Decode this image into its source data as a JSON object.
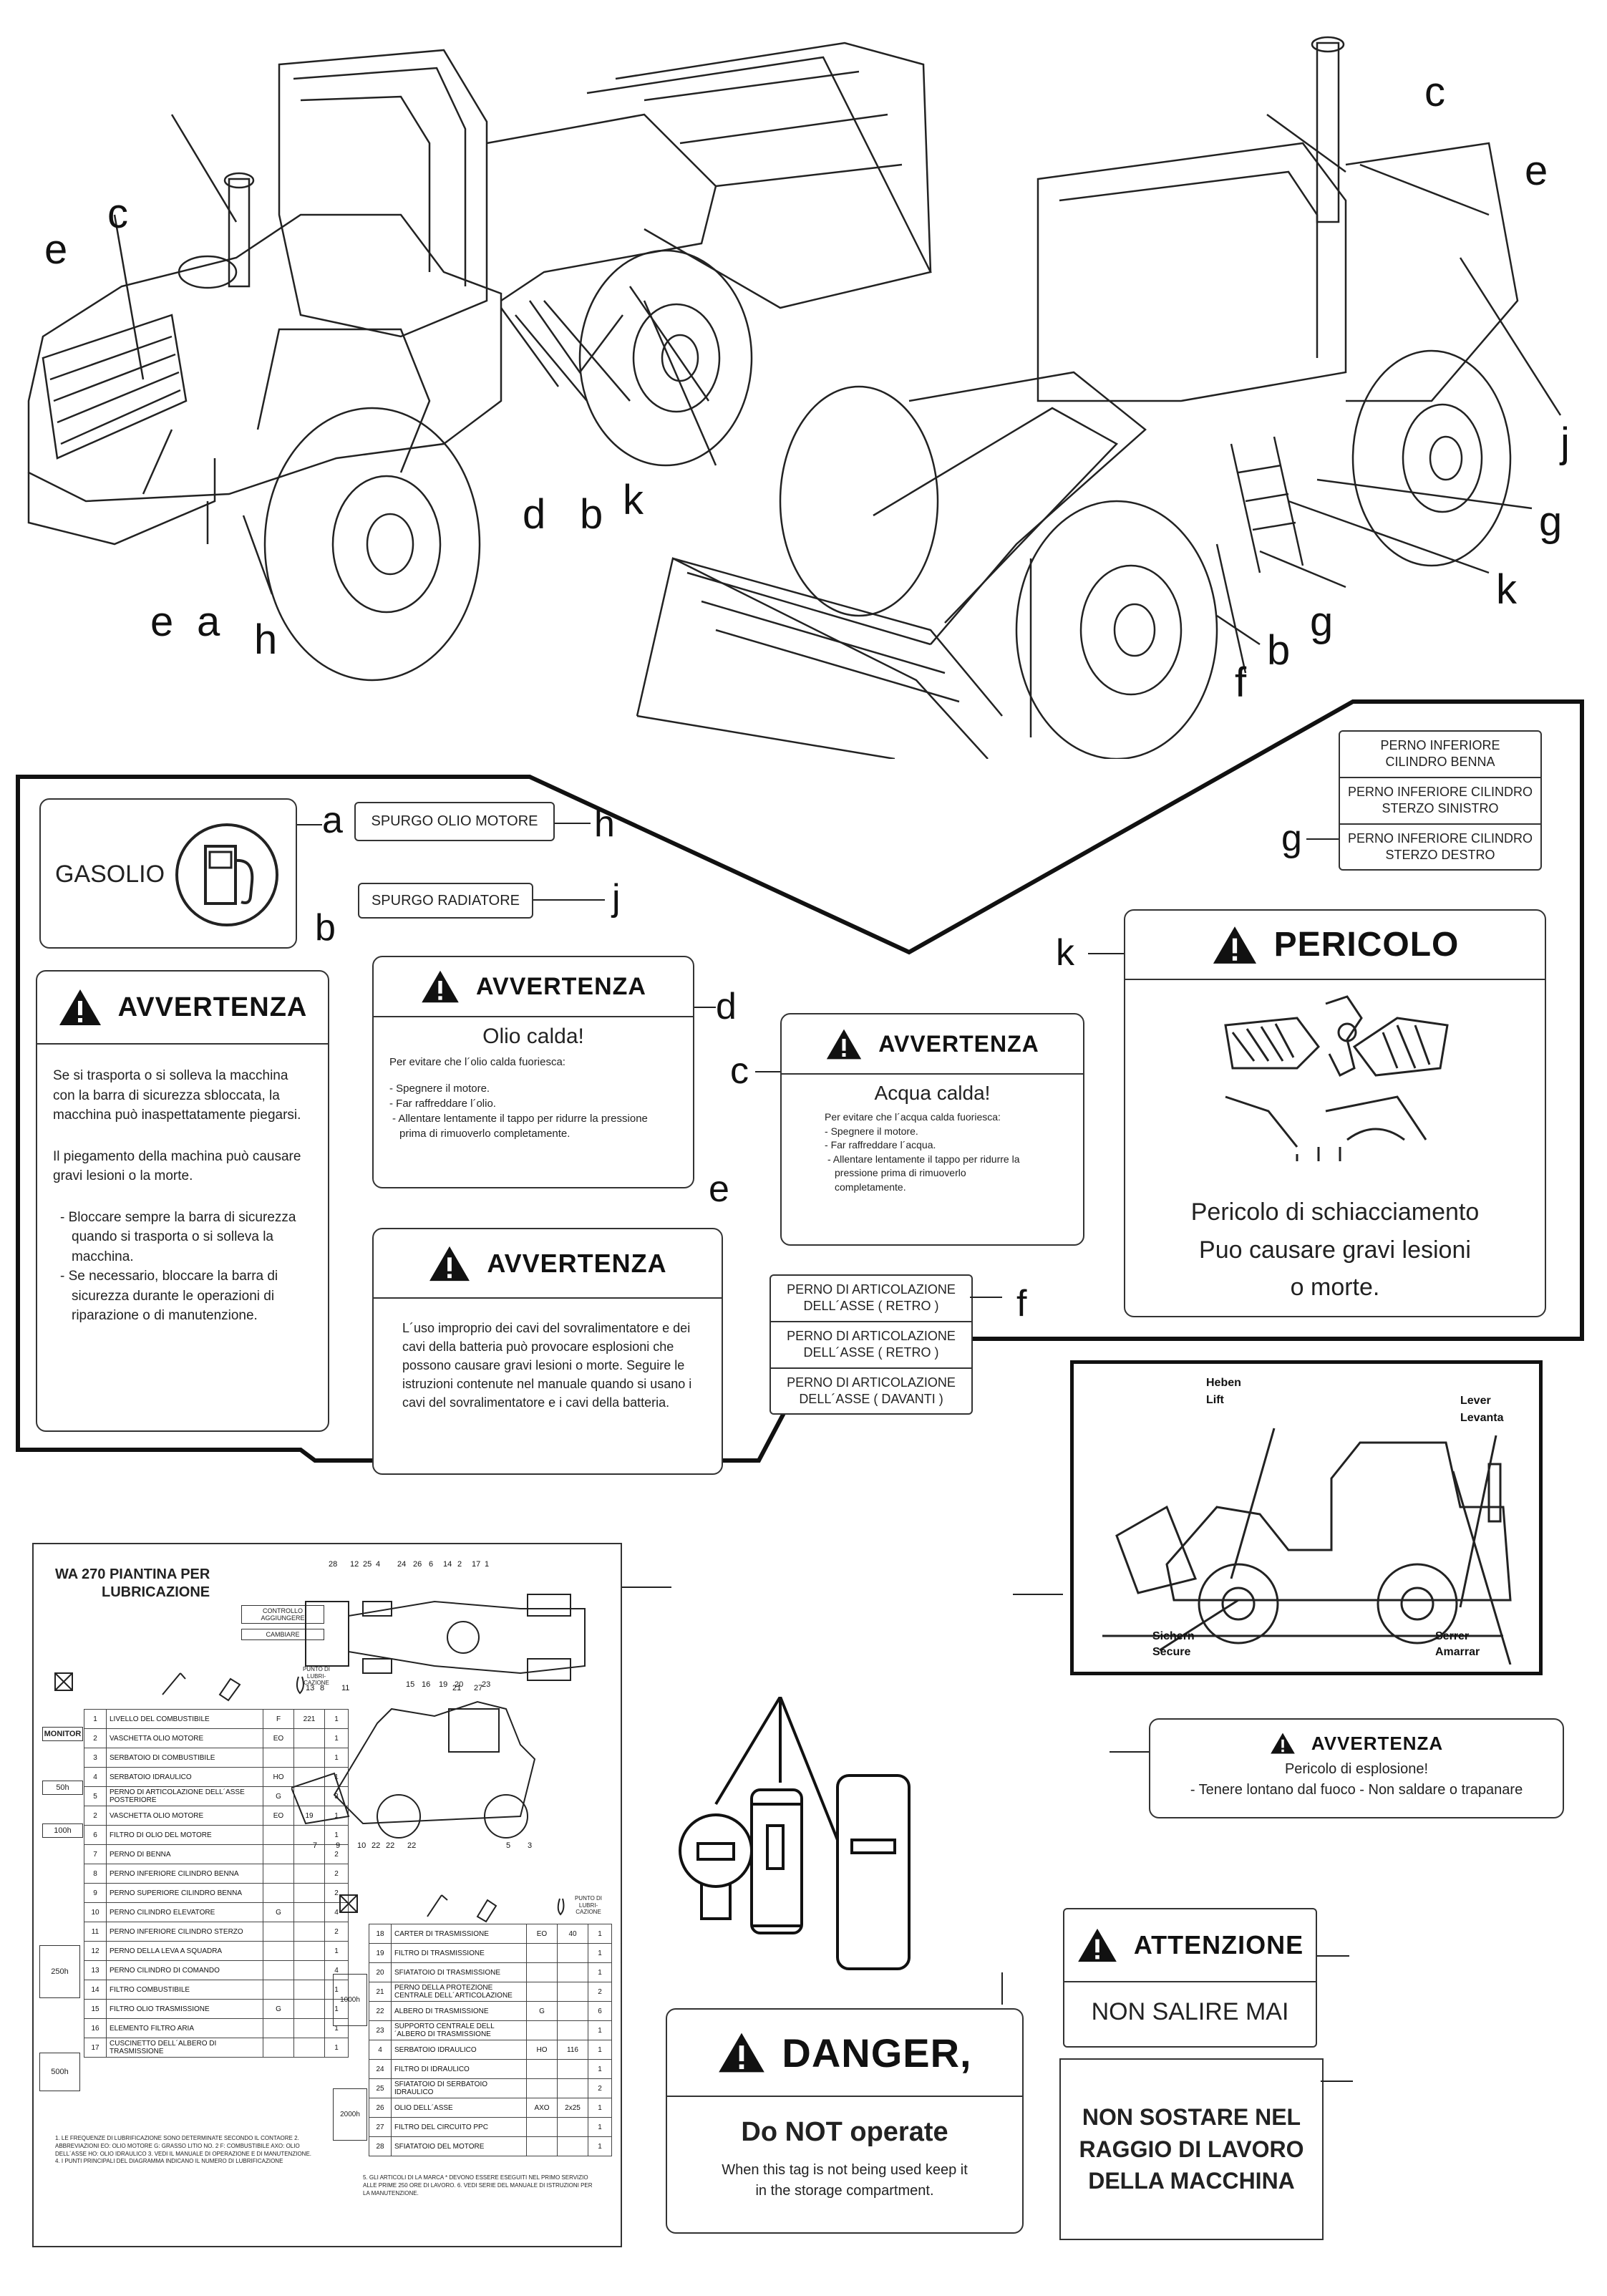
{
  "top_machine": {
    "left_callouts": [
      "c",
      "e",
      "e",
      "a",
      "h",
      "d",
      "b",
      "k"
    ],
    "right_callouts": [
      "c",
      "e",
      "j",
      "g",
      "k",
      "g",
      "b",
      "f"
    ]
  },
  "decals": {
    "a": {
      "tag": "a",
      "text": "GASOLIO"
    },
    "h": {
      "tag": "h",
      "text": "SPURGO OLIO MOTORE"
    },
    "j": {
      "tag": "j",
      "text": "SPURGO RADIATORE"
    },
    "b": {
      "tag": "b",
      "title": "AVVERTENZA",
      "p1": "Se si trasporta o si solleva la macchina con la barra di sicurezza sbloccata, la macchina può inaspettatamente piegarsi.",
      "p2": "Il piegamento della machina può causare gravi lesioni o la morte.",
      "bullets": [
        "Bloccare sempre la barra di sicurezza quando si trasporta o si solleva la macchina.",
        "Se necessario, bloccare la barra di sicurezza durante le operazioni di riparazione o di manutenzione."
      ]
    },
    "d": {
      "tag": "d",
      "title": "AVVERTENZA",
      "subtitle": "Olio calda!",
      "intro": "Per evitare che l´olio calda fuoriesca:",
      "bullets": [
        "Spegnere il motore.",
        "Far raffreddare l´olio.",
        "Allentare lentamente il tappo per ridurre la pressione prima di rimuoverlo completamente."
      ]
    },
    "c": {
      "tag": "c",
      "title": "AVVERTENZA",
      "subtitle": "Acqua calda!",
      "intro": "Per evitare che l´acqua calda fuoriesca:",
      "bullets": [
        "Spegnere il motore.",
        "Far raffreddare l´acqua.",
        "Allentare lentamente il tappo per ridurre la pressione prima di rimuoverlo completamente."
      ]
    },
    "e": {
      "tag": "e",
      "title": "AVVERTENZA",
      "text": "L´uso improprio dei cavi del sovralimentatore e dei cavi della batteria può provocare esplosioni che possono causare gravi lesioni o morte. Seguire le istruzioni contenute nel manuale quando si usano i cavi del sovralimentatore e i cavi della batteria."
    },
    "g": {
      "tag": "g",
      "items": [
        "PERNO  INFERIORE CILINDRO BENNA",
        "PERNO INFERIORE CILINDRO STERZO SINISTRO",
        "PERNO INFERIORE CILINDRO STERZO DESTRO"
      ]
    },
    "f": {
      "tag": "f",
      "items": [
        "PERNO DI ARTICOLAZIONE DELL´ASSE ( RETRO )",
        "PERNO DI ARTICOLAZIONE DELL´ASSE ( RETRO )",
        "PERNO DI ARTICOLAZIONE DELL´ASSE ( DAVANTI )"
      ]
    },
    "k": {
      "tag": "k",
      "title": "PERICOLO",
      "lines": [
        "Pericolo di schiacciamento",
        "Puo causare gravi lesioni",
        "o morte."
      ]
    }
  },
  "lift_diagram": {
    "heben": "Heben",
    "lift": "Lift",
    "lever": "Lever",
    "levanta": "Levanta",
    "sichern": "Sichern",
    "secure": "Secure",
    "serrer": "Serrer",
    "amarrar": "Amarrar"
  },
  "explosion": {
    "title": "AVVERTENZA",
    "line1": "Pericolo di esplosione!",
    "line2": "- Tenere lontano dal fuoco - Non saldare o trapanare"
  },
  "lube_chart": {
    "title1": "WA 270  PIANTINA PER",
    "title2": "LUBRICAZIONE",
    "box1": "CONTROLLO AGGIUNGERE",
    "box2": "CAMBIARE",
    "punto": "PUNTO DI LUBRI-CAZIONE",
    "intervals": [
      "MONITOR",
      "50h",
      "100h",
      "250h",
      "500h",
      "1000h",
      "2000h"
    ],
    "rows_left": [
      [
        "1",
        "LIVELLO DEL COMBUSTIBILE",
        "F",
        "221",
        "1"
      ],
      [
        "2",
        "VASCHETTA OLIO MOTORE",
        "EO",
        "",
        "1"
      ],
      [
        "3",
        "SERBATOIO DI COMBUSTIBILE",
        "",
        "",
        "1"
      ],
      [
        "4",
        "SERBATOIO IDRAULICO",
        "HO",
        "",
        "1"
      ],
      [
        "5",
        "PERNO DI ARTICOLAZIONE DELL´ASSE POSTERIORE",
        "G",
        "",
        "3"
      ],
      [
        "2",
        "VASCHETTA OLIO MOTORE",
        "EO",
        "19",
        "1"
      ],
      [
        "6",
        "FILTRO DI OLIO DEL MOTORE",
        "",
        "",
        "1"
      ],
      [
        "7",
        "PERNO DI BENNA",
        "",
        "",
        "2"
      ],
      [
        "8",
        "PERNO INFERIORE CILINDRO BENNA",
        "",
        "",
        "2"
      ],
      [
        "9",
        "PERNO SUPERIORE CILINDRO BENNA",
        "",
        "",
        "2"
      ],
      [
        "10",
        "PERNO CILINDRO ELEVATORE",
        "G",
        "",
        "4"
      ],
      [
        "11",
        "PERNO INFERIORE CILINDRO STERZO",
        "",
        "",
        "2"
      ],
      [
        "12",
        "PERNO DELLA LEVA A SQUADRA",
        "",
        "",
        "1"
      ],
      [
        "13",
        "PERNO CILINDRO DI COMANDO",
        "",
        "",
        "4"
      ],
      [
        "14",
        "FILTRO COMBUSTIBILE",
        "",
        "",
        "1"
      ],
      [
        "15",
        "FILTRO OLIO TRASMISSIONE",
        "G",
        "",
        "1"
      ],
      [
        "16",
        "ELEMENTO FILTRO ARIA",
        "",
        "",
        "1"
      ],
      [
        "17",
        "CUSCINETTO DELL´ALBERO DI TRASMISSIONE",
        "",
        "",
        "1"
      ]
    ],
    "rows_right": [
      [
        "18",
        "CARTER DI TRASMISSIONE",
        "EO",
        "40",
        "1"
      ],
      [
        "19",
        "FILTRO DI TRASMISSIONE",
        "",
        "",
        "1"
      ],
      [
        "20",
        "SFIATATOIO DI TRASMISSIONE",
        "",
        "",
        "1"
      ],
      [
        "21",
        "PERNO DELLA PROTEZIONE CENTRALE DELL´ARTICOLAZIONE",
        "",
        "",
        "2"
      ],
      [
        "22",
        "ALBERO DI TRASMISSIONE",
        "G",
        "",
        "6"
      ],
      [
        "23",
        "SUPPORTO CENTRALE DELL´ALBERO DI TRASMISSIONE",
        "",
        "",
        "1"
      ],
      [
        "4",
        "SERBATOIO IDRAULICO",
        "HO",
        "116",
        "1"
      ],
      [
        "24",
        "FILTRO DI IDRAULICO",
        "",
        "",
        "1"
      ],
      [
        "25",
        "SFIATATOIO DI SERBATOIO IDRAULICO",
        "",
        "",
        "2"
      ],
      [
        "26",
        "OLIO DELL´ASSE",
        "AXO",
        "2x25",
        "1"
      ],
      [
        "27",
        "FILTRO DEL CIRCUITO PPC",
        "",
        "",
        "1"
      ],
      [
        "28",
        "SFIATATOIO DEL MOTORE",
        "",
        "",
        "1"
      ]
    ],
    "notes_left": "1. LE FREQUENZE DI LUBRIFICAZIONE SONO DETERMINATE SECONDO IL CONTAORE  2. ABBREVIAZIONI  EO: OLIO MOTORE  G: GRASSO LITIO NO. 2  F: COMBUSTIBILE  AXO: OLIO DELL´ASSE  HO: OLIO IDRAULICO  3. VEDI IL MANUALE DI OPERAZIONE E DI MANUTENZIONE.  4. I PUNTI PRINCIPALI DEL DIAGRAMMA INDICANO IL NUMERO DI LUBRIFICAZIONE",
    "notes_right": "5. GLI ARTICOLI DI LA MARCA * DEVONO ESSERE ESEGUITI NEL PRIMO SERVIZIO ALLE PRIME 250 ORE DI LAVORO.  6. VEDI SERIE DEL MANUALE DI ISTRUZIONI PER LA MANUTENZIONE."
  },
  "diagram_callouts": [
    "28",
    "12",
    "25",
    "4",
    "24",
    "26",
    "6",
    "14",
    "2",
    "17",
    "1",
    "15",
    "16",
    "19",
    "20",
    "23",
    "13",
    "8",
    "11",
    "21",
    "27",
    "7",
    "9",
    "10",
    "22",
    "22",
    "22",
    "5",
    "3"
  ],
  "attenzione": {
    "title": "ATTENZIONE",
    "text": "NON SALIRE MAI"
  },
  "danger": {
    "title": "DANGER,",
    "subtitle": "Do NOT operate",
    "line1": "When this tag is not being used keep it",
    "line2": "in the storage compartment."
  },
  "non_sostare": {
    "l1": "NON SOSTARE NEL",
    "l2": "RAGGIO DI LAVORO",
    "l3": "DELLA MACCHINA"
  }
}
